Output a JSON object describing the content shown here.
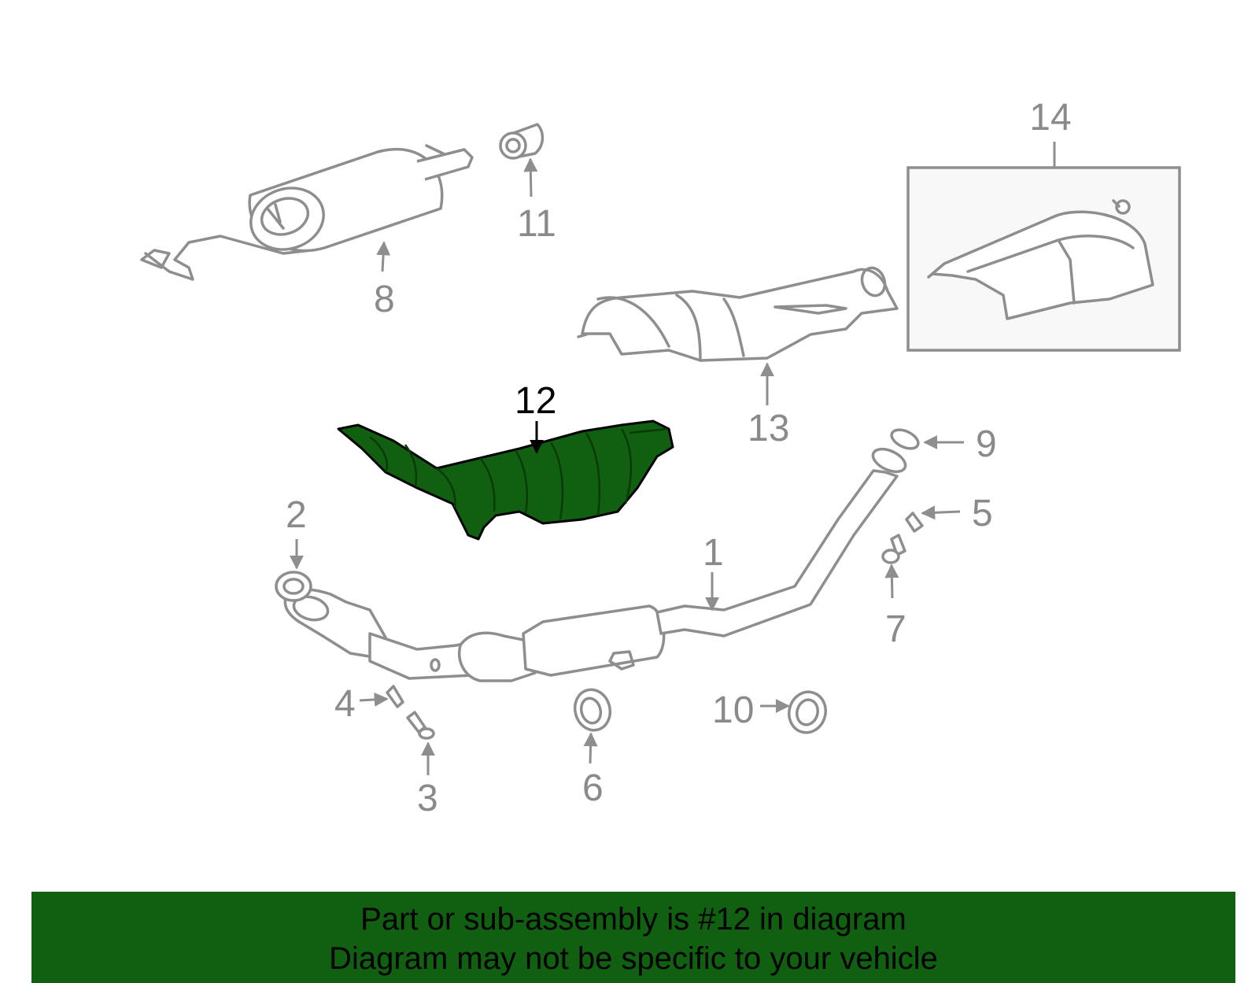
{
  "diagram": {
    "highlighted_part": "12",
    "highlight_color": "#116011",
    "callouts": {
      "c1": "1",
      "c2": "2",
      "c3": "3",
      "c4": "4",
      "c5": "5",
      "c6": "6",
      "c7": "7",
      "c8": "8",
      "c9": "9",
      "c10": "10",
      "c11": "11",
      "c12": "12",
      "c13": "13",
      "c14": "14"
    }
  },
  "banner": {
    "line1": "Part or sub-assembly is #12 in diagram",
    "line2": "Diagram may not be specific to your vehicle",
    "background": "#116011"
  }
}
